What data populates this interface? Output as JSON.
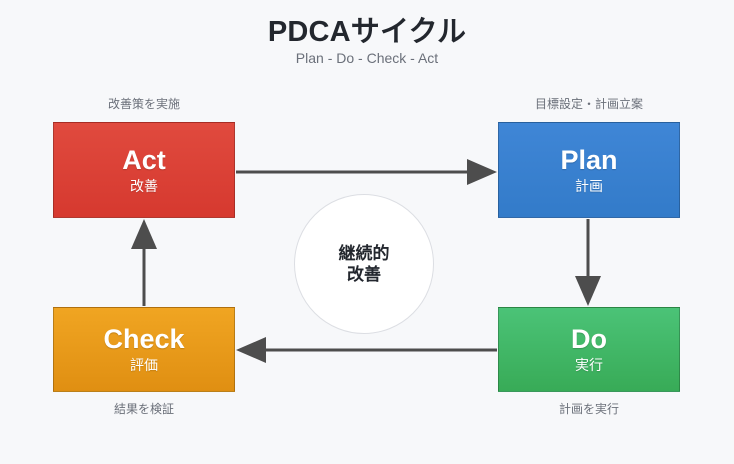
{
  "header": {
    "title": "PDCAサイクル",
    "subtitle": "Plan - Do - Check - Act"
  },
  "center": {
    "line1": "継続的",
    "line2": "改善"
  },
  "colors": {
    "background": "#f7f8fa",
    "act": "#d9423a",
    "plan": "#3a80d0",
    "do": "#40b566",
    "check": "#e9991c",
    "arrow": "#4d4d4d",
    "title_text": "#23272e",
    "caption_text": "#6b707a",
    "circle_border": "#dcdee3"
  },
  "stages": [
    {
      "key": "act",
      "title": "Act",
      "subtitle": "改善",
      "caption": "改善策を実施",
      "caption_position": "above",
      "color": "#d9423a"
    },
    {
      "key": "plan",
      "title": "Plan",
      "subtitle": "計画",
      "caption": "目標設定・計画立案",
      "caption_position": "above",
      "color": "#3a80d0"
    },
    {
      "key": "do",
      "title": "Do",
      "subtitle": "実行",
      "caption": "計画を実行",
      "caption_position": "below",
      "color": "#40b566"
    },
    {
      "key": "check",
      "title": "Check",
      "subtitle": "評価",
      "caption": "結果を検証",
      "caption_position": "below",
      "color": "#e9991c"
    }
  ],
  "arrows": [
    {
      "name": "act-to-plan",
      "from": "act",
      "to": "plan",
      "direction": "right"
    },
    {
      "name": "plan-to-do",
      "from": "plan",
      "to": "do",
      "direction": "down"
    },
    {
      "name": "do-to-check",
      "from": "do",
      "to": "check",
      "direction": "left"
    },
    {
      "name": "check-to-act",
      "from": "check",
      "to": "act",
      "direction": "up"
    }
  ]
}
